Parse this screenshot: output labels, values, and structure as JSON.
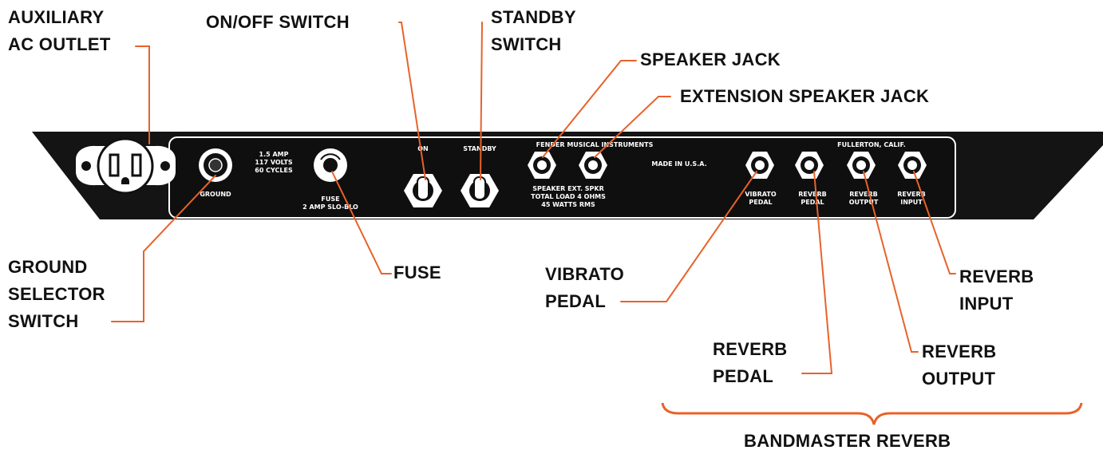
{
  "colors": {
    "panel": "#111111",
    "label_text": "#ffffff",
    "leader": "#e8622a",
    "bracket": "#e8622a",
    "callout_text": "#111111"
  },
  "callouts": {
    "aux_outlet": [
      "AUXILIARY",
      "AC OUTLET"
    ],
    "onoff": [
      "ON/OFF SWITCH"
    ],
    "standby": [
      "STANDBY",
      "SWITCH"
    ],
    "speaker_jack": [
      "SPEAKER JACK"
    ],
    "ext_speaker_jack": [
      "EXTENSION SPEAKER JACK"
    ],
    "ground_selector": [
      "GROUND",
      "SELECTOR",
      "SWITCH"
    ],
    "fuse": [
      "FUSE"
    ],
    "vibrato_pedal": [
      "VIBRATO",
      "PEDAL"
    ],
    "reverb_input": [
      "REVERB",
      "INPUT"
    ],
    "reverb_pedal": [
      "REVERB",
      "PEDAL"
    ],
    "reverb_output": [
      "REVERB",
      "OUTPUT"
    ],
    "model": [
      "BANDMASTER REVERB"
    ]
  },
  "panel_labels": {
    "ground": "GROUND",
    "power_spec": [
      "1.5 AMP",
      "117 VOLTS",
      "60 CYCLES"
    ],
    "fuse": [
      "FUSE",
      "2 AMP SLO-BLO"
    ],
    "on": "ON",
    "standby": "STANDBY",
    "maker": "FENDER MUSICAL INSTRUMENTS",
    "speaker": [
      "SPEAKER EXT. SPKR",
      "TOTAL LOAD 4 OHMS",
      "45 WATTS RMS"
    ],
    "made_in": "MADE IN U.S.A.",
    "location": "FULLERTON, CALIF.",
    "vibrato_pedal": [
      "VIBRATO",
      "PEDAL"
    ],
    "reverb_pedal": [
      "REVERB",
      "PEDAL"
    ],
    "reverb_output": [
      "REVERB",
      "OUTPUT"
    ],
    "reverb_input": [
      "REVERB",
      "INPUT"
    ]
  }
}
